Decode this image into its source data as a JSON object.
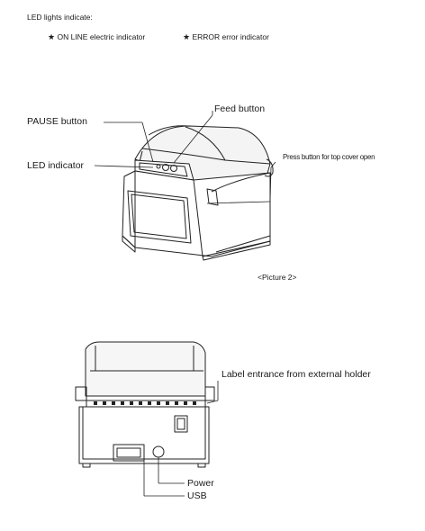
{
  "intro": {
    "heading": "LED lights indicate:",
    "items": [
      {
        "icon": "star-icon",
        "label": "ON LINE electric indicator"
      },
      {
        "icon": "star-icon",
        "label": "ERROR error indicator"
      }
    ]
  },
  "figure1": {
    "labels": {
      "pause": "PAUSE button",
      "feed": "Feed button",
      "led": "LED indicator",
      "top_cover": "Press button for top cover open"
    },
    "caption": "<Picture 2>"
  },
  "figure2": {
    "labels": {
      "label_entrance": "Label entrance from external holder",
      "power": "Power",
      "usb": "USB"
    }
  },
  "colors": {
    "ink": "#1a1a1a",
    "line": "#222222"
  }
}
